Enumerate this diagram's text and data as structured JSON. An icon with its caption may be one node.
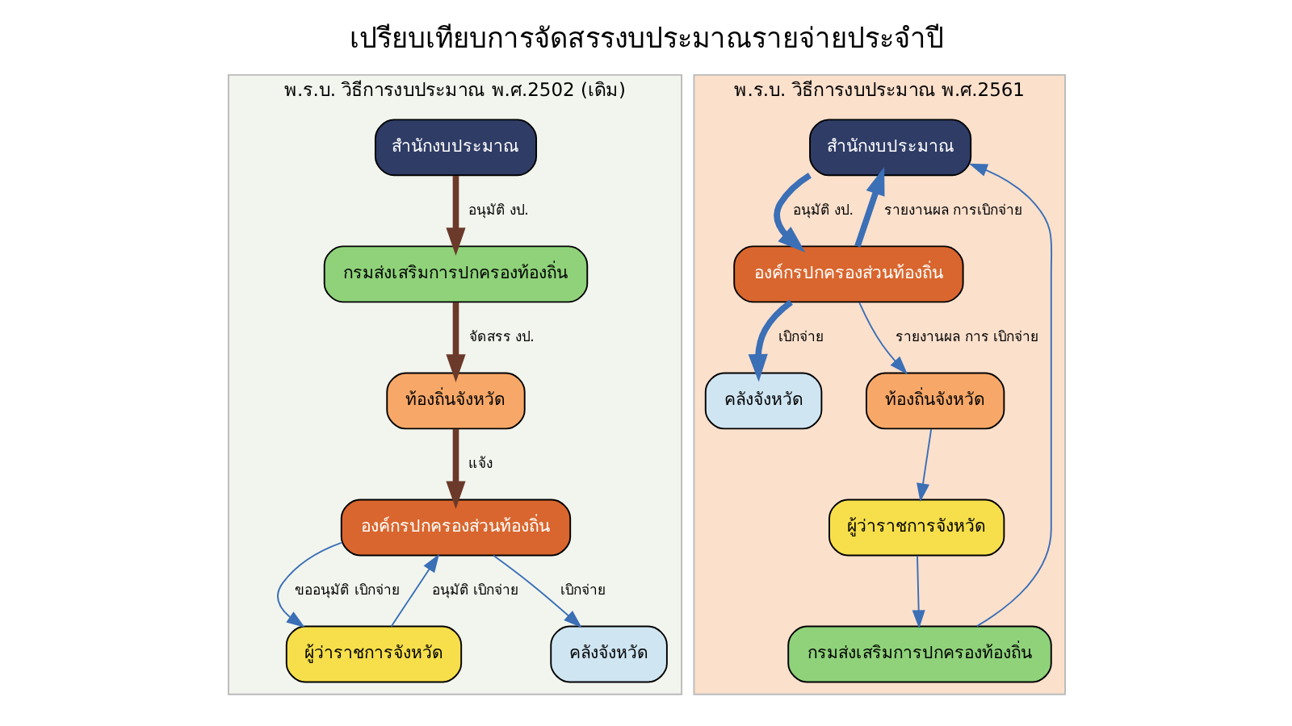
{
  "diagram": {
    "title": "เปรียบเทียบการจัดสรรงบประมาณรายจ่ายประจำปี",
    "nodes": [
      {
        "text": [
          "พ.ร.บ. วิธีการงบประมาณ พ.ศ.2502 (เดิม)"
        ]
      },
      {
        "text": [
          "สำนักงบประมาณ"
        ],
        "in": 0
      },
      {
        "text": [
          "กรมส่งเสริมการปกครองท้องถิ่น"
        ],
        "in": 0
      },
      {
        "text": [
          "ท้องถิ่นจังหวัด"
        ],
        "in": 0
      },
      {
        "text": [
          "องค์กรปกครองส่วนท้องถิ่น"
        ],
        "in": 0
      },
      {
        "text": [
          "ผู้ว่าราชการจังหวัด"
        ],
        "in": 0
      },
      {
        "text": [
          "คลังจังหวัด"
        ],
        "in": 0
      },
      {
        "text": [
          "พ.ร.บ. วิธีการงบประมาณ พ.ศ.2561"
        ]
      },
      {
        "text": [
          "สำนักงบประมาณ"
        ],
        "in": 7
      },
      {
        "text": [
          "กรมส่งเสริมการปกครองท้องถิ่น"
        ],
        "in": 7
      },
      {
        "text": [
          "ผู้ว่าราชการจังหวัด"
        ],
        "in": 7
      },
      {
        "text": [
          "ท้องถิ่นจังหวัด"
        ],
        "in": 7
      },
      {
        "text": [
          "คลังจังหวัด"
        ],
        "in": 7
      },
      {
        "text": [
          "องค์กรปกครองส่วนท้องถิ่น"
        ],
        "in": 7
      }
    ],
    "edges": [
      {
        "from": 1,
        "to": 2,
        "arrow": "to",
        "label": "อนุมัติ งป.",
        "style": "thick",
        "color": "#6b3a2a"
      },
      {
        "from": 2,
        "to": 3,
        "arrow": "to",
        "label": "จัดสรร งป.",
        "style": "thick",
        "color": "#6b3a2a"
      },
      {
        "from": 3,
        "to": 4,
        "arrow": "to",
        "label": "แจ้ง",
        "style": "thick",
        "color": "#6b3a2a"
      },
      {
        "from": 4,
        "to": 5,
        "arrow": "to",
        "label": "ขออนุมัติ เบิกจ่าย"
      },
      {
        "from": 5,
        "to": 4,
        "arrow": "to",
        "label": "อนุมัติ เบิกจ่าย"
      },
      {
        "from": 4,
        "to": 6,
        "arrow": "to",
        "label": "เบิกจ่าย"
      },
      {
        "from": 13,
        "to": 11,
        "arrow": "to",
        "label": "รายงานผล การ เบิกจ่าย"
      },
      {
        "from": 11,
        "to": 10,
        "arrow": "to"
      },
      {
        "from": 10,
        "to": 9,
        "arrow": "to"
      },
      {
        "from": 9,
        "to": 8,
        "arrow": "to"
      },
      {
        "from": 13,
        "to": 8,
        "arrow": "to",
        "label": "รายงานผล การเบิกจ่าย",
        "style": "thick"
      },
      {
        "from": 8,
        "to": 13,
        "arrow": "to",
        "label": "อนุมัติ งป.",
        "style": "thick"
      },
      {
        "from": 13,
        "to": 12,
        "arrow": "to",
        "label": "เบิกจ่าย",
        "style": "thick"
      }
    ]
  }
}
